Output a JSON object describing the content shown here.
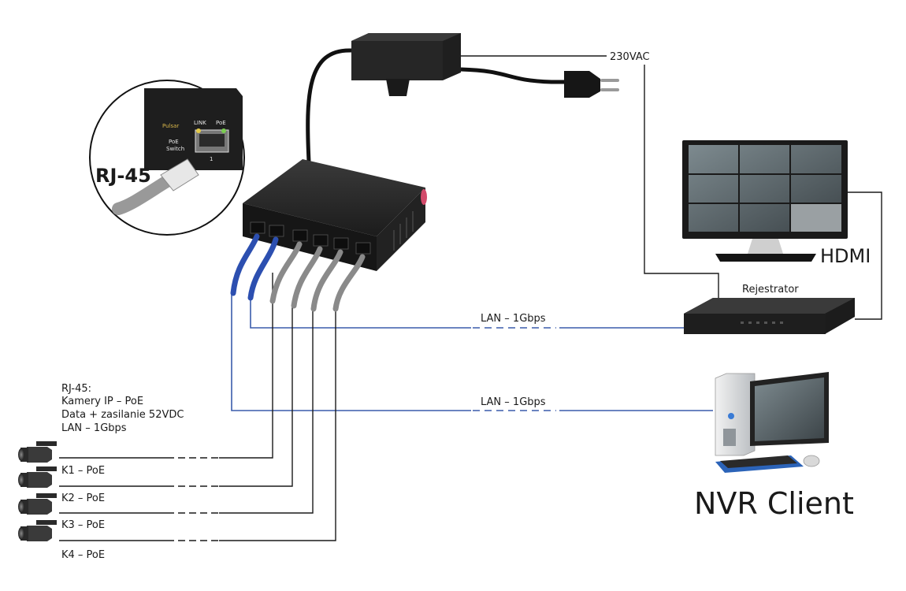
{
  "power": {
    "label": "230VAC"
  },
  "monitor": {
    "label": "HDMI"
  },
  "recorder": {
    "label": "Rejestrator"
  },
  "links": [
    {
      "label": "LAN – 1Gbps"
    },
    {
      "label": "LAN – 1Gbps"
    }
  ],
  "client": {
    "label": "NVR Client"
  },
  "inset": {
    "connector_label": "RJ-45",
    "brand": "Pulsar",
    "device_text": [
      "PoE",
      "Switch"
    ],
    "led_labels": [
      "LINK",
      "PoE"
    ],
    "port_number": "1"
  },
  "cameras": {
    "description": [
      "RJ-45:",
      "Kamery IP – PoE",
      "Data + zasilanie 52VDC",
      "LAN – 1Gbps"
    ],
    "items": [
      {
        "label": "K1 – PoE"
      },
      {
        "label": "K2 – PoE"
      },
      {
        "label": "K3 – PoE"
      },
      {
        "label": "K4 – PoE"
      }
    ]
  },
  "colors": {
    "lan_link": "#3a5cab",
    "wire": "#1a1a1a",
    "cable_blue": "#2c4fb0",
    "cable_gray": "#8a8a8a",
    "device": "#262626"
  }
}
